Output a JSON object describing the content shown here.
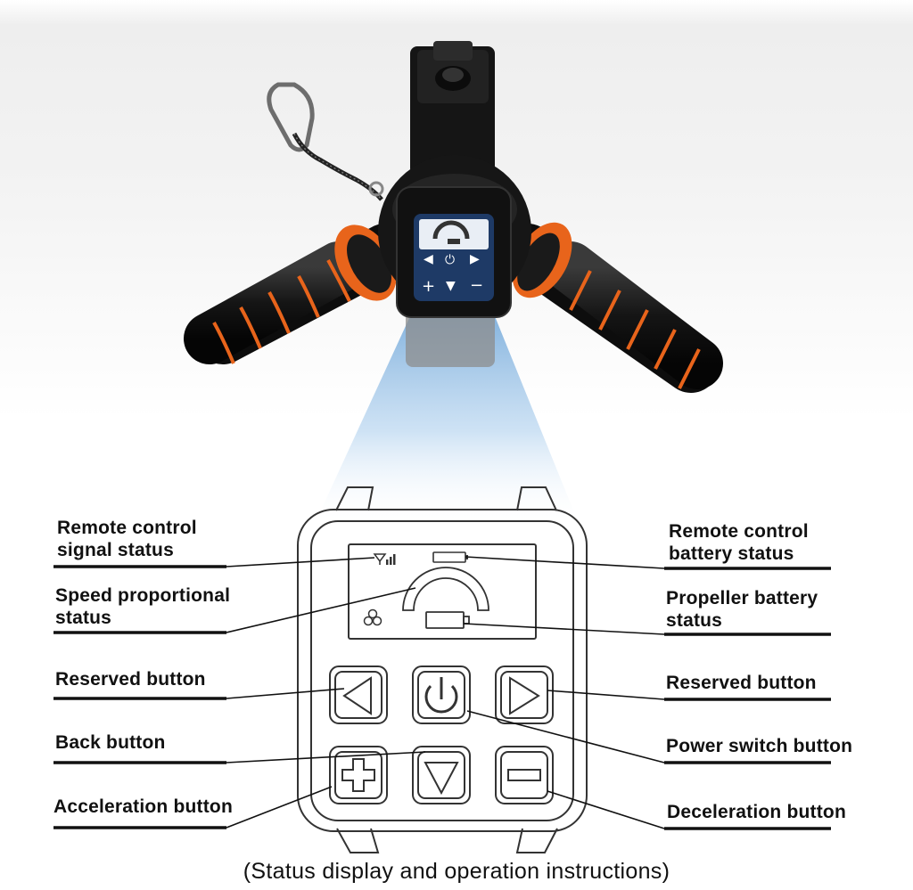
{
  "labels": {
    "left": [
      "Remote control\nsignal status",
      "Speed proportional\nstatus",
      "Reserved button",
      "Back button",
      "Acceleration button"
    ],
    "right": [
      "Remote control\nbattery status",
      "Propeller battery\nstatus",
      "Reserved button",
      "Power switch button",
      "Deceleration button"
    ]
  },
  "caption": "(Status display and operation instructions)",
  "colors": {
    "accent": "#e8641b",
    "device": "#1a1a1a",
    "beam": "#8fb8de"
  },
  "icons": [
    "carabiner-icon",
    "mount-icon",
    "screen-icon",
    "power-icon",
    "arrow-left-icon",
    "arrow-right-icon",
    "arrow-down-icon",
    "plus-icon",
    "minus-icon",
    "signal-icon",
    "battery-icon",
    "propeller-icon"
  ]
}
